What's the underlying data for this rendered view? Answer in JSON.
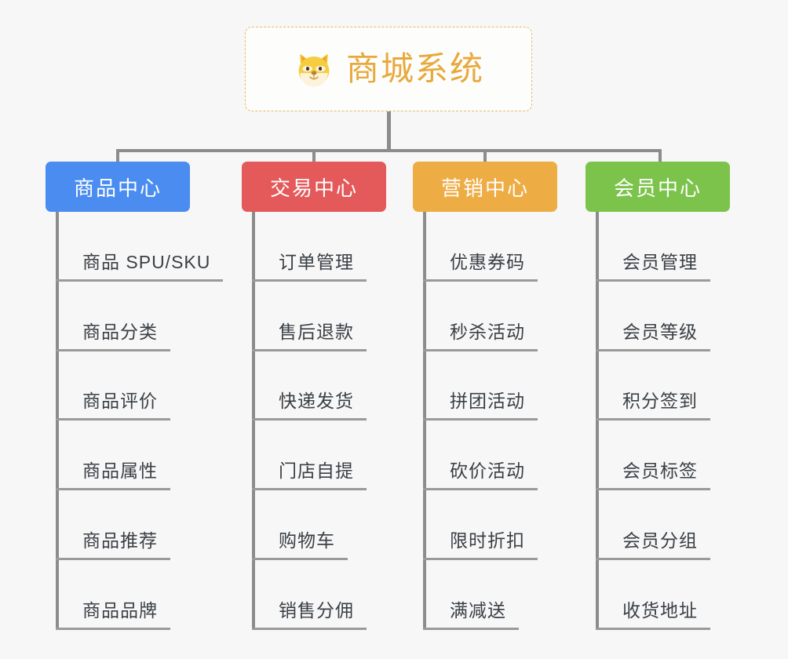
{
  "diagram": {
    "title": "商城系统",
    "background_color": "#f7f7f7",
    "connector_color": "#8c8c8c",
    "root": {
      "label": "商城系统",
      "icon": "shiba-dog-face-emoji",
      "text_color": "#e8a93c",
      "border_color": "#e8b96a",
      "border_style": "dashed",
      "background_color": "#fdfdfc"
    },
    "columns": [
      {
        "id": "product-center",
        "label": "商品中心",
        "color": "#4a8cf0",
        "items": [
          "商品 SPU/SKU",
          "商品分类",
          "商品评价",
          "商品属性",
          "商品推荐",
          "商品品牌"
        ]
      },
      {
        "id": "trade-center",
        "label": "交易中心",
        "color": "#e4595a",
        "items": [
          "订单管理",
          "售后退款",
          "快递发货",
          "门店自提",
          "购物车",
          "销售分佣"
        ]
      },
      {
        "id": "marketing-center",
        "label": "营销中心",
        "color": "#eeac44",
        "items": [
          "优惠券码",
          "秒杀活动",
          "拼团活动",
          "砍价活动",
          "限时折扣",
          "满减送"
        ]
      },
      {
        "id": "member-center",
        "label": "会员中心",
        "color": "#7cc34b",
        "items": [
          "会员管理",
          "会员等级",
          "积分签到",
          "会员标签",
          "会员分组",
          "收货地址"
        ]
      }
    ]
  }
}
